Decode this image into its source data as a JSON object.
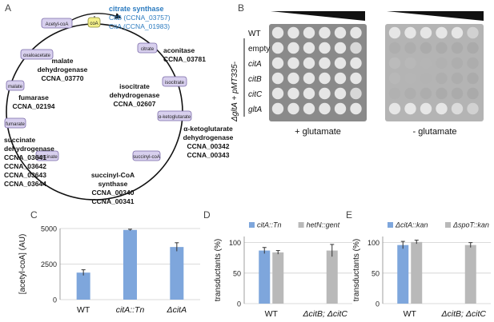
{
  "panel_letters": {
    "a": "A",
    "b": "B",
    "c": "C",
    "d": "D",
    "e": "E"
  },
  "panelA": {
    "title": "citrate synthase",
    "citB": "CitB (CCNA_03757)",
    "citA": "CitA (CCNA_01983)",
    "metabolites": {
      "acetyl_coa": "Acetyl-coA",
      "coa": "coA",
      "citrate": "citrate",
      "oxaloacetate": "oxaloacetate",
      "malate": "malate",
      "isocitrate": "isocitrate",
      "fumarate": "fumarate",
      "aketoglutarate": "α-ketoglutarate",
      "succinate": "succinate",
      "succinylcoa": "succinyl-coA"
    },
    "enzymes": {
      "aconitase": [
        "aconitase",
        "CCNA_03781"
      ],
      "malate_dh": [
        "malate",
        "dehydrogenase",
        "CCNA_03770"
      ],
      "isocitrate_dh": [
        "isocitrate",
        "dehydrogenase",
        "CCNA_02607"
      ],
      "fumarase": [
        "fumarase",
        "CCNA_02194"
      ],
      "akg_dh": [
        "α-ketoglutarate",
        "dehydrogenase",
        "CCNA_00342",
        "CCNA_00343"
      ],
      "succinate_dh": [
        "succinate",
        "dehydrogenase",
        "CCNA_03641",
        "CCNA_03642",
        "CCNA_03643",
        "CCNA_03644"
      ],
      "succinylcoa_synth": [
        "succinyl-CoA",
        "synthase",
        "CCNA_00340",
        "CCNA_00341"
      ]
    },
    "colors": {
      "arrow": "#111111",
      "metabolite_fill": "#d8d0ee",
      "metabolite_edge": "#7a6aa8",
      "coa_fill": "#f3f08a",
      "title": "#2d7cc0"
    }
  },
  "panelB": {
    "strain_prefix": "ΔgltA + pMT335-",
    "rows": [
      "WT",
      "empty",
      "citA",
      "citB",
      "citC",
      "gltA"
    ],
    "plate_left_label": "+ glutamate",
    "plate_right_label": "- glutamate",
    "growth_left": [
      [
        1,
        1,
        1,
        1,
        1,
        1
      ],
      [
        1,
        1,
        1,
        1,
        1,
        0.9
      ],
      [
        1,
        1,
        1,
        1,
        1,
        1
      ],
      [
        1,
        1,
        1,
        1,
        1,
        1
      ],
      [
        1,
        1,
        1,
        1,
        1,
        0.9
      ],
      [
        1,
        1,
        1,
        1,
        1,
        1
      ]
    ],
    "growth_right": [
      [
        1,
        1,
        1,
        1,
        1,
        0.8
      ],
      [
        0.25,
        0.2,
        0.15,
        0.1,
        0.1,
        0.05
      ],
      [
        0.5,
        0.45,
        0.4,
        0.3,
        0.25,
        0.2
      ],
      [
        0.45,
        0.4,
        0.35,
        0.25,
        0.2,
        0.15
      ],
      [
        0.3,
        0.25,
        0.2,
        0.15,
        0.1,
        0.05
      ],
      [
        1,
        1,
        1,
        1,
        0.9,
        0.8
      ]
    ]
  },
  "chart_data": [
    {
      "panel": "C",
      "type": "bar",
      "categories": [
        "WT",
        "citA::Tn",
        "ΔcitA"
      ],
      "series": [
        {
          "values": [
            1900,
            4900,
            3700
          ],
          "errors": [
            200,
            50,
            300
          ],
          "color": "#7ea6dc"
        }
      ],
      "ylabel": "[acetyl-coA] (AU)",
      "ylim": [
        0,
        5000
      ],
      "yticks": [
        "0",
        "2500",
        "5000"
      ],
      "grid": true
    },
    {
      "panel": "D",
      "type": "bar",
      "categories": [
        "WT",
        "ΔcitB; ΔcitC"
      ],
      "series": [
        {
          "name": "citA::Tn",
          "values": [
            87,
            0
          ],
          "errors": [
            5,
            0
          ],
          "color": "#7ea6dc"
        },
        {
          "name": "hetN::gent",
          "values": [
            84,
            87
          ],
          "errors": [
            3,
            10
          ],
          "color": "#b9b9b9"
        }
      ],
      "ylabel": "transductants (%)",
      "ylim": [
        0,
        110
      ],
      "yticks": [
        "0",
        "50",
        "100"
      ],
      "grid": true,
      "legend": "top"
    },
    {
      "panel": "E",
      "type": "bar",
      "categories": [
        "WT",
        "ΔcitB; ΔcitC"
      ],
      "series": [
        {
          "name": "ΔcitA::kan",
          "values": [
            96,
            0
          ],
          "errors": [
            6,
            0
          ],
          "color": "#7ea6dc"
        },
        {
          "name": "ΔspoT::kan",
          "values": [
            101,
            96
          ],
          "errors": [
            3,
            4
          ],
          "color": "#b9b9b9"
        }
      ],
      "ylabel": "transductants (%)",
      "ylim": [
        0,
        110
      ],
      "yticks": [
        "0",
        "50",
        "100"
      ],
      "grid": true,
      "legend": "top"
    }
  ]
}
